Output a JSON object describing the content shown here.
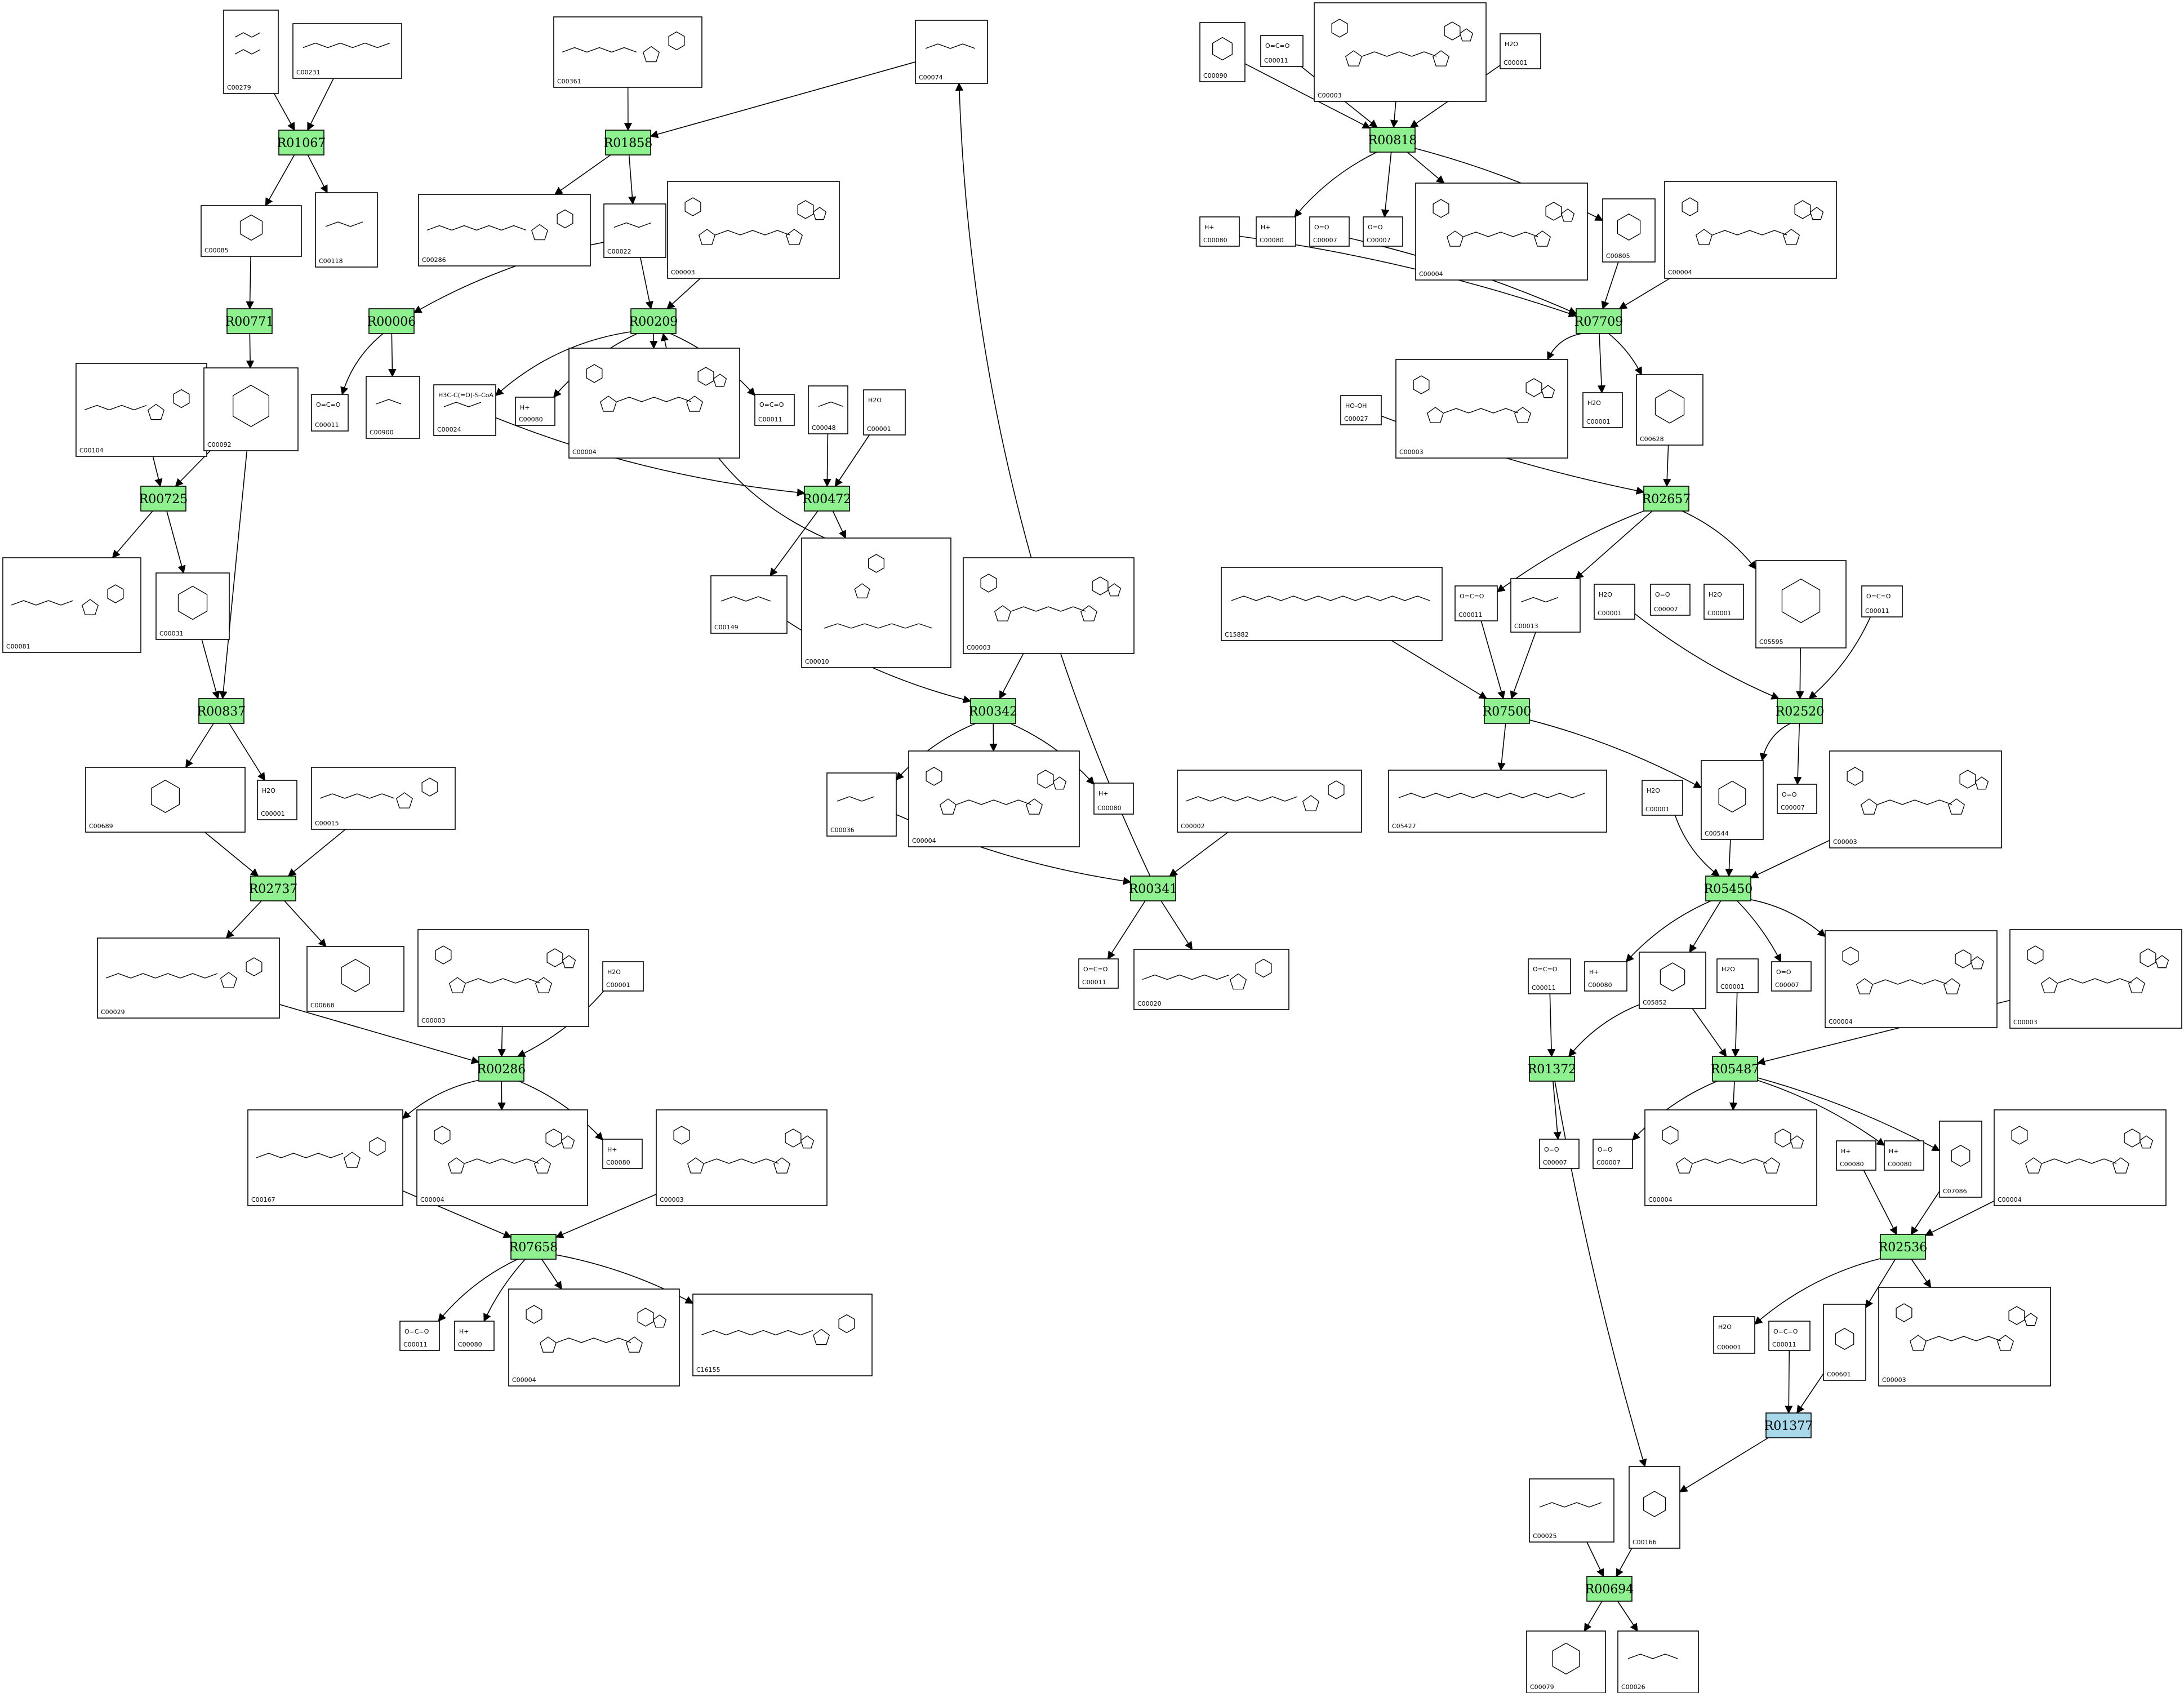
{
  "colors": {
    "reaction_fill": "#8ef08e",
    "highlight_fill": "#a8d8ea",
    "stroke": "#000000",
    "background": "#ffffff"
  },
  "reactions": [
    {
      "id": "R01067"
    },
    {
      "id": "R01858"
    },
    {
      "id": "R00771"
    },
    {
      "id": "R00006"
    },
    {
      "id": "R00209"
    },
    {
      "id": "R00725"
    },
    {
      "id": "R00472"
    },
    {
      "id": "R00837"
    },
    {
      "id": "R00342"
    },
    {
      "id": "R02737"
    },
    {
      "id": "R00341"
    },
    {
      "id": "R00286"
    },
    {
      "id": "R07658"
    },
    {
      "id": "R00818"
    },
    {
      "id": "R07709"
    },
    {
      "id": "R02657"
    },
    {
      "id": "R07500"
    },
    {
      "id": "R02520"
    },
    {
      "id": "R05450"
    },
    {
      "id": "R01372"
    },
    {
      "id": "R05487"
    },
    {
      "id": "R02536"
    },
    {
      "id": "R01377",
      "highlight": true
    },
    {
      "id": "R00694"
    }
  ],
  "compounds": [
    {
      "id": "C00279",
      "formula": ""
    },
    {
      "id": "C00231",
      "formula": ""
    },
    {
      "id": "C00361",
      "formula": ""
    },
    {
      "id": "C00074",
      "formula": ""
    },
    {
      "id": "C00085",
      "formula": ""
    },
    {
      "id": "C00118",
      "formula": ""
    },
    {
      "id": "C00286",
      "formula": ""
    },
    {
      "id": "C00022",
      "formula": ""
    },
    {
      "id": "C00003",
      "formula": "",
      "ref": "nad-top"
    },
    {
      "id": "C00011",
      "formula": "O=C=O",
      "ref": "co2-a"
    },
    {
      "id": "C00900",
      "formula": ""
    },
    {
      "id": "C00024",
      "formula": "H3C-C(=O)-S-CoA"
    },
    {
      "id": "C00080",
      "formula": "H+",
      "ref": "h-a"
    },
    {
      "id": "C00004",
      "formula": "",
      "ref": "nadh-a"
    },
    {
      "id": "C00011",
      "formula": "O=C=O",
      "ref": "co2-b"
    },
    {
      "id": "C00048",
      "formula": ""
    },
    {
      "id": "C00001",
      "formula": "H2O",
      "ref": "w-a"
    },
    {
      "id": "C00104",
      "formula": ""
    },
    {
      "id": "C00092",
      "formula": ""
    },
    {
      "id": "C00081",
      "formula": ""
    },
    {
      "id": "C00031",
      "formula": ""
    },
    {
      "id": "C00149",
      "formula": ""
    },
    {
      "id": "C00010",
      "formula": ""
    },
    {
      "id": "C00003",
      "formula": "",
      "ref": "nad-mid"
    },
    {
      "id": "C00689",
      "formula": ""
    },
    {
      "id": "C00001",
      "formula": "H2O",
      "ref": "w-b"
    },
    {
      "id": "C00015",
      "formula": ""
    },
    {
      "id": "C00036",
      "formula": ""
    },
    {
      "id": "C00004",
      "formula": "",
      "ref": "nadh-b"
    },
    {
      "id": "C00080",
      "formula": "H+",
      "ref": "h-b"
    },
    {
      "id": "C00002",
      "formula": ""
    },
    {
      "id": "C00029",
      "formula": ""
    },
    {
      "id": "C00668",
      "formula": ""
    },
    {
      "id": "C00003",
      "formula": "",
      "ref": "nad-c"
    },
    {
      "id": "C00001",
      "formula": "H2O",
      "ref": "w-c"
    },
    {
      "id": "C00011",
      "formula": "O=C=O",
      "ref": "co2-c"
    },
    {
      "id": "C00020",
      "formula": ""
    },
    {
      "id": "C00167",
      "formula": ""
    },
    {
      "id": "C00004",
      "formula": "",
      "ref": "nadh-c"
    },
    {
      "id": "C00080",
      "formula": "H+",
      "ref": "h-c"
    },
    {
      "id": "C00003",
      "formula": "",
      "ref": "nad-d"
    },
    {
      "id": "C00011",
      "formula": "O=C=O",
      "ref": "co2-d"
    },
    {
      "id": "C00080",
      "formula": "H+",
      "ref": "h-d"
    },
    {
      "id": "C00004",
      "formula": "",
      "ref": "nadh-d"
    },
    {
      "id": "C16155",
      "formula": ""
    },
    {
      "id": "C00090",
      "formula": ""
    },
    {
      "id": "C00011",
      "formula": "O=C=O",
      "ref": "co2-e"
    },
    {
      "id": "C00003",
      "formula": "",
      "ref": "nad-e"
    },
    {
      "id": "C00001",
      "formula": "H2O",
      "ref": "w-d"
    },
    {
      "id": "C00080",
      "formula": "H+",
      "ref": "h-e"
    },
    {
      "id": "C00080",
      "formula": "H+",
      "ref": "h-f"
    },
    {
      "id": "C00007",
      "formula": "O=O",
      "ref": "o2-a"
    },
    {
      "id": "C00007",
      "formula": "O=O",
      "ref": "o2-b"
    },
    {
      "id": "C00004",
      "formula": "",
      "ref": "nadh-e"
    },
    {
      "id": "C00805",
      "formula": ""
    },
    {
      "id": "C00004",
      "formula": "",
      "ref": "nadh-f"
    },
    {
      "id": "C00027",
      "formula": "HO-OH"
    },
    {
      "id": "C00003",
      "formula": "",
      "ref": "nad-f"
    },
    {
      "id": "C00001",
      "formula": "H2O",
      "ref": "w-e"
    },
    {
      "id": "C00628",
      "formula": ""
    },
    {
      "id": "C15882",
      "formula": ""
    },
    {
      "id": "C00011",
      "formula": "O=C=O",
      "ref": "co2-f"
    },
    {
      "id": "C00013",
      "formula": ""
    },
    {
      "id": "C00001",
      "formula": "H2O",
      "ref": "w-f"
    },
    {
      "id": "C00007",
      "formula": "O=O",
      "ref": "o2-c"
    },
    {
      "id": "C00001",
      "formula": "H2O",
      "ref": "w-g"
    },
    {
      "id": "C05595",
      "formula": ""
    },
    {
      "id": "C00011",
      "formula": "O=C=O",
      "ref": "co2-g"
    },
    {
      "id": "C05427",
      "formula": ""
    },
    {
      "id": "C00001",
      "formula": "H2O",
      "ref": "w-h"
    },
    {
      "id": "C00544",
      "formula": ""
    },
    {
      "id": "C00007",
      "formula": "O=O",
      "ref": "o2-d"
    },
    {
      "id": "C00003",
      "formula": "",
      "ref": "nad-g"
    },
    {
      "id": "C00011",
      "formula": "O=C=O",
      "ref": "co2-h"
    },
    {
      "id": "C00080",
      "formula": "H+",
      "ref": "h-g"
    },
    {
      "id": "C05852",
      "formula": ""
    },
    {
      "id": "C00001",
      "formula": "H2O",
      "ref": "w-i"
    },
    {
      "id": "C00007",
      "formula": "O=O",
      "ref": "o2-e"
    },
    {
      "id": "C00004",
      "formula": "",
      "ref": "nadh-g"
    },
    {
      "id": "C00003",
      "formula": "",
      "ref": "nad-h"
    },
    {
      "id": "C00007",
      "formula": "O=O",
      "ref": "o2-f"
    },
    {
      "id": "C00007",
      "formula": "O=O",
      "ref": "o2-g"
    },
    {
      "id": "C00004",
      "formula": "",
      "ref": "nadh-h"
    },
    {
      "id": "C00080",
      "formula": "H+",
      "ref": "h-h"
    },
    {
      "id": "C00080",
      "formula": "H+",
      "ref": "h-i"
    },
    {
      "id": "C07086",
      "formula": ""
    },
    {
      "id": "C00004",
      "formula": "",
      "ref": "nadh-i"
    },
    {
      "id": "C00001",
      "formula": "H2O",
      "ref": "w-j"
    },
    {
      "id": "C00011",
      "formula": "O=C=O",
      "ref": "co2-i"
    },
    {
      "id": "C00601",
      "formula": ""
    },
    {
      "id": "C00003",
      "formula": "",
      "ref": "nad-i"
    },
    {
      "id": "C00025",
      "formula": ""
    },
    {
      "id": "C00166",
      "formula": ""
    },
    {
      "id": "C00079",
      "formula": ""
    },
    {
      "id": "C00026",
      "formula": ""
    }
  ]
}
